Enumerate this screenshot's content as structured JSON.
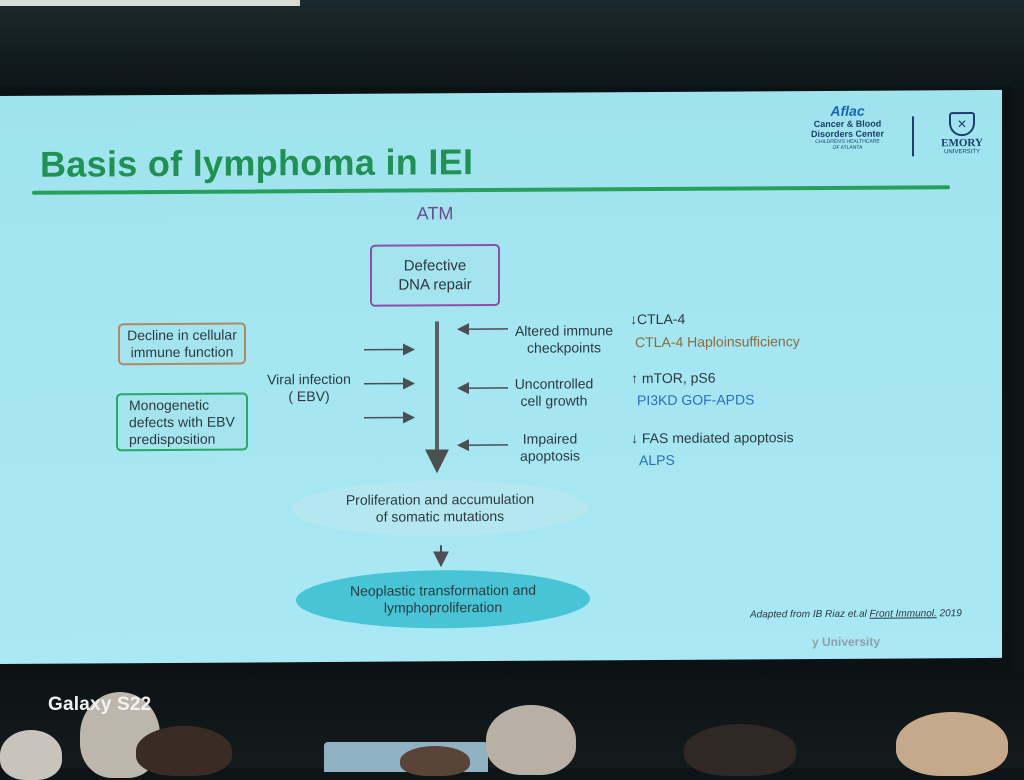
{
  "slide": {
    "title": "Basis of lymphoma in IEI",
    "logo_aflac": {
      "brand": "Aflac",
      "line1": "Cancer & Blood",
      "line2": "Disorders Center",
      "line3": "CHILDREN'S HEALTHCARE",
      "line4": "OF ATLANTA"
    },
    "logo_emory": {
      "name": "EMORY",
      "sub": "UNIVERSITY"
    },
    "atm_label": "ATM",
    "dna_box": [
      "Defective",
      "DNA repair"
    ],
    "decline_box": [
      "Decline in cellular",
      "immune function"
    ],
    "mono_box": [
      "Monogenetic",
      "defects with EBV",
      "predisposition"
    ],
    "viral": [
      "Viral infection",
      "( EBV)"
    ],
    "mechanisms": [
      {
        "label": [
          "Altered immune",
          "checkpoints"
        ],
        "arrow": "↓",
        "marker": "CTLA-4",
        "disease": "CTLA-4 Haploinsufficiency"
      },
      {
        "label": [
          "Uncontrolled",
          "cell growth"
        ],
        "arrow": "↑",
        "marker": "mTOR, pS6",
        "disease": "PI3KD GOF-APDS"
      },
      {
        "label": [
          "Impaired",
          "apoptosis"
        ],
        "arrow": "↓",
        "marker": "FAS mediated apoptosis",
        "disease": "ALPS"
      }
    ],
    "outcome1": [
      "Proliferation and accumulation",
      "of somatic mutations"
    ],
    "outcome2": [
      "Neoplastic transformation and",
      "lymphoproliferation"
    ],
    "credit": {
      "prefix": "Adapted from IB Riaz et.al ",
      "journal": "Front Immunol.",
      "year": " 2019"
    },
    "footer": "y University",
    "colors": {
      "title": "#1f9152",
      "dna_border": "#8a52a5",
      "decline_border": "#ae8c62",
      "mono_border": "#2ea36a",
      "disease_ctla": "#8c6a3c",
      "disease_blue": "#2a6fc0"
    }
  },
  "photo": {
    "watermark": "Galaxy S22"
  }
}
